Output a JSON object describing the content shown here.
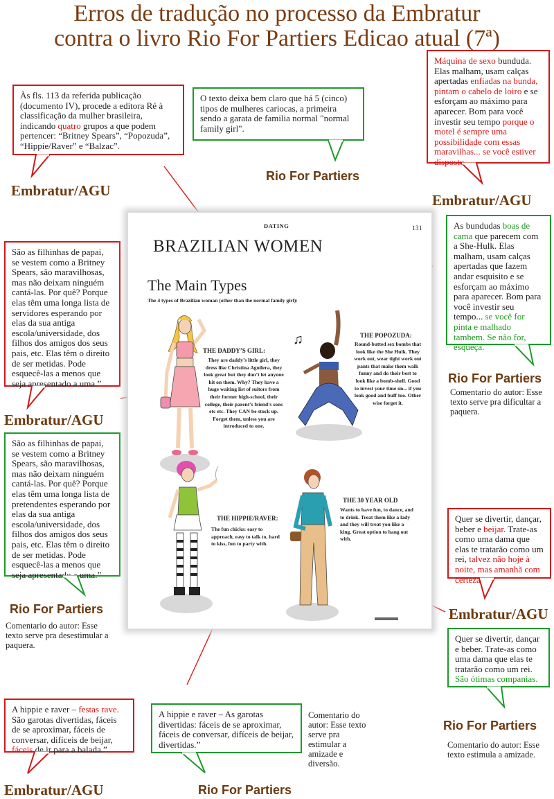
{
  "title": {
    "line1": "Erros de tradução no processo da Embratur",
    "line2": "contra o livro Rio For Partiers Edicao atual (7ª)"
  },
  "labels": {
    "embratur": "Embratur/AGU",
    "rio": "Rio For Partiers"
  },
  "bubbles": {
    "b1": {
      "t1": "Às fls. 113 da referida publicação (documento IV), procede a editora Ré à classificação da mulher brasileira, indicando ",
      "t2": "quatro",
      "t3": " grupos a que podem pertencer: “Britney Spears”, “Popozuda”, “Hippie/Raver” e “Balzac”."
    },
    "b2": {
      "t1": "O texto deixa bem claro que há 5 (cinco) tipos de mulheres cariocas, a primeira sendo a garata de familia normal \"normal family girl\"."
    },
    "b3": {
      "t1": "Máquina de sexo",
      "t2": " bunduda. Elas malham, usam calças apertadas ",
      "t3": "enfiadas na bunda, pintam o cabelo de loiro",
      "t4": " e se esforçam ao máximo para aparecer. Bom para você investir seu tempo ",
      "t5": "porque o motel é sempre uma possibilidade com essas maravilhas... se você estiver disposto."
    },
    "b4": {
      "t1": "São as filhinhas de papai, se vestem como a Britney Spears, são maravilhosas, mas não deixam ninguém cantá-las. Por quê? Porque elas têm uma longa lista de servidores esperando por elas da sua antiga escola/universidade, dos filhos dos amigos dos seus pais, etc. Elas têm o direito de ser metidas. Pode esquecê-las a menos que seja apresentado a uma.”"
    },
    "b5": {
      "t1": "As bundudas ",
      "t2": "boas de cama",
      "t3": " que parecem com a She-Hulk. Elas malham, usam calças apertadas que fazem andar esquisito e se esforçam ao máximo para aparecer. Bom para você investir seu tempo... ",
      "t4": "se você for pinta e malhado tambem. Se não for, esqueça."
    },
    "b6": {
      "t1": "São as filhinhas de papai, se vestem como a Britney Spears, são maravilhosas, mas não deixam ninguém cantá-las. Por quê? Porque elas têm uma longa lista de pretendentes esperando por elas da sua antiga escola/universidade, dos filhos dos amigos dos seus pais, etc. Elas têm o direito de ser metidas. Pode esquecê-las a menos que seja apresentado a uma.”"
    },
    "b7": {
      "t1": "Quer se divertir, dançar, beber e ",
      "t2": "beijar",
      "t3": ". Trate-as como uma dama que elas te tratarão como um rei, ",
      "t4": "talvez não hoje à noite, mas amanhã com certeza."
    },
    "b8": {
      "t1": "Quer se divertir, dançar e beber. Trate-as como uma dama que elas te tratarão como um rei. ",
      "t2": "São ótimas companias."
    },
    "b9": {
      "t1": "A hippie e raver – ",
      "t2": "festas rave",
      "t3": ". São garotas divertidas, fáceis de se aproximar, fáceis de conversar, difíceis de beijar, ",
      "t4": "fáceis",
      "t5": " de ir para a balada.”"
    },
    "b10": {
      "t1": "A hippie e raver – As garotas divertidas: fáceis de se aproximar, fáceis de conversar, difíceis de beijar, divertidas.”"
    }
  },
  "notes": {
    "n1": "Comentario do autor: Esse texto serve pra dificultar a paquera.",
    "n2": "Comentario do autor: Esse texto serve pra desestimular a paquera.",
    "n3": "Comentario do autor: Esse texto serve pra estimular a amizade e diversão.",
    "n4": "Comentario do autor: Esse texto estimula a amizade."
  },
  "page": {
    "section": "DATING",
    "number": "131",
    "heading": "BRAZILIAN WOMEN",
    "subheading": "The Main Types",
    "intro": "The 4 types of Brazilian woman (other than the normal family girl):",
    "daddy_title": "THE DADDY’S GIRL:",
    "daddy_text": "They are daddy’s little girl, they dress like Christina Aguilera, they look great but they don’t let anyone hit on them. Why? They have a huge waiting list of suitors from their former high-school, their college, their parent’s friend’s sons etc etc. They CAN be stuck up. Forget them, unless you are introduced to one.",
    "popo_title": "THE POPOZUDA:",
    "popo_text": "Round-butted sex bombs that look like the She Hulk. They work out, wear tight work out pants that make them walk funny and do their best to look like a bomb-shell. Good to invest your time on... if you look good and buff too. Other wise forget it.",
    "hippie_title": "THE HIPPIE/RAVER:",
    "hippie_text": "The fun chicks: easy to approach, easy to talk to, hard to kiss, fun to party with.",
    "thirty_title": "THE 30 YEAR OLD",
    "thirty_text": "Wants to have fun, to dance, and to drink. Treat them like a lady and they will treat you like a king. Great option to hang out with."
  },
  "colors": {
    "title": "#7a3c10",
    "label": "#6b3a10",
    "embratur_border": "#d01818",
    "rio_border": "#1d9a2a",
    "highlight_red": "#e01010",
    "highlight_green": "#1a9a1a"
  }
}
